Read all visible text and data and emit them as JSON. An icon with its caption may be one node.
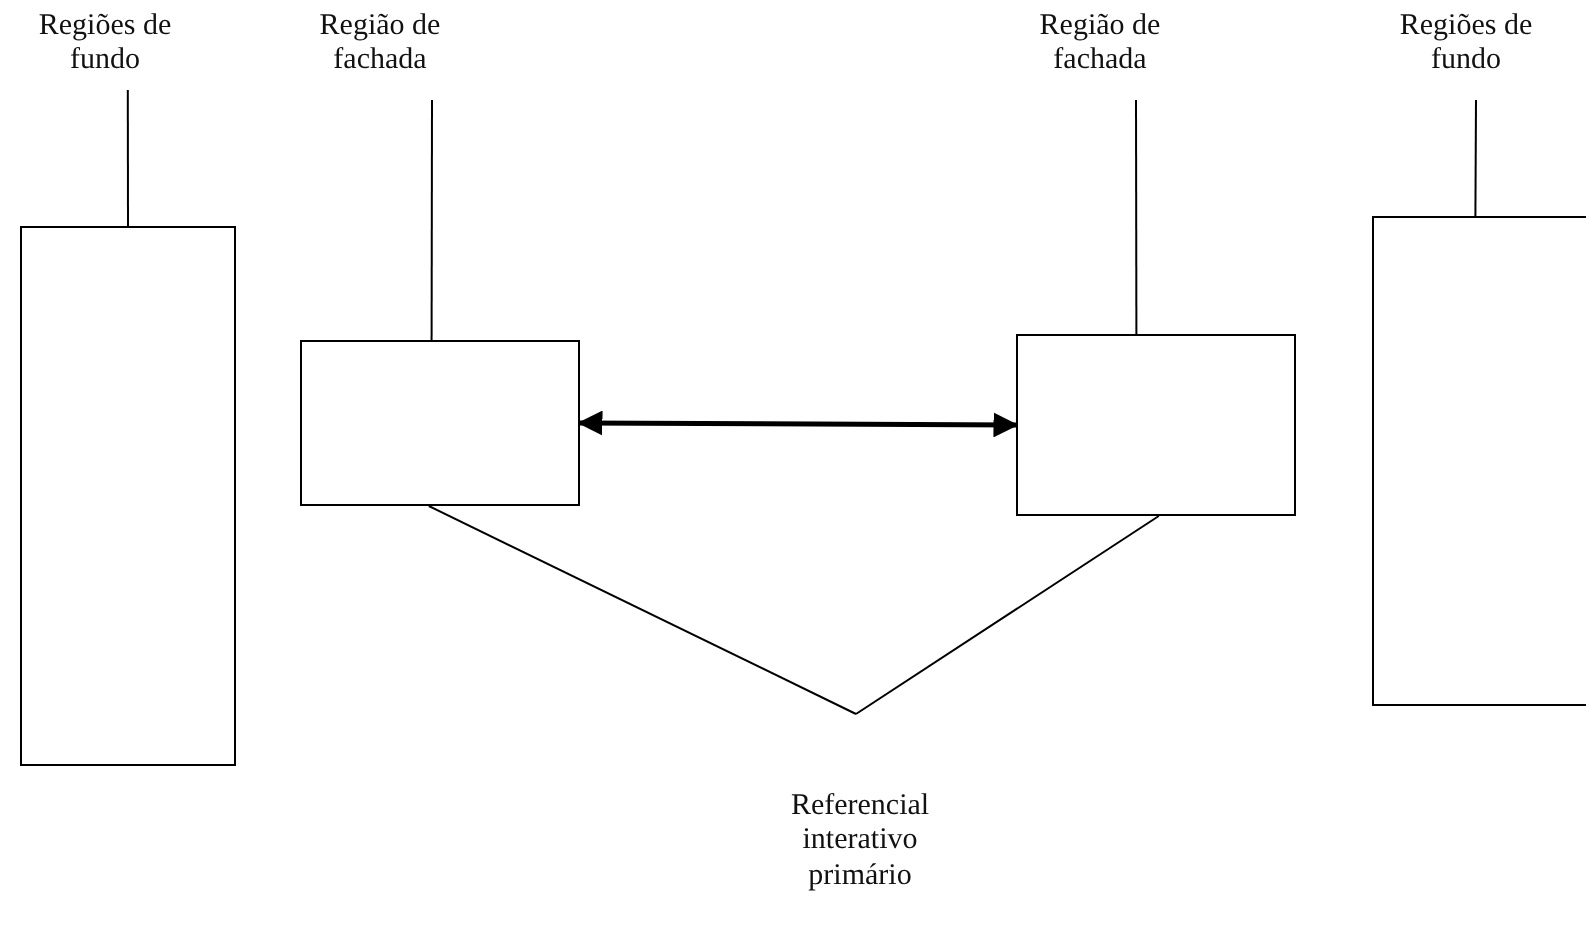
{
  "diagram": {
    "nodes": [
      {
        "text": [
          "Regiões de fundo"
        ]
      },
      {
        "text": [],
        "shape": "box"
      },
      {
        "text": [
          "Região de fachada"
        ]
      },
      {
        "text": [],
        "shape": "box"
      },
      {
        "text": [
          "Região de fachada"
        ]
      },
      {
        "text": [],
        "shape": "box"
      },
      {
        "text": [
          "Regiões de fundo"
        ]
      },
      {
        "text": [],
        "shape": "box"
      },
      {
        "text": [
          "Referencial interativo primário"
        ]
      }
    ],
    "edges": [
      {
        "from": 0,
        "to": 1,
        "arrow": "none"
      },
      {
        "from": 2,
        "to": 3,
        "arrow": "none"
      },
      {
        "from": 4,
        "to": 5,
        "arrow": "none"
      },
      {
        "from": 6,
        "to": 7,
        "arrow": "none"
      },
      {
        "from": 3,
        "to": 5,
        "arrow": "both",
        "style": "thick"
      },
      {
        "from": 8,
        "to": 3,
        "arrow": "none"
      },
      {
        "from": 8,
        "to": 5,
        "arrow": "none"
      }
    ]
  }
}
